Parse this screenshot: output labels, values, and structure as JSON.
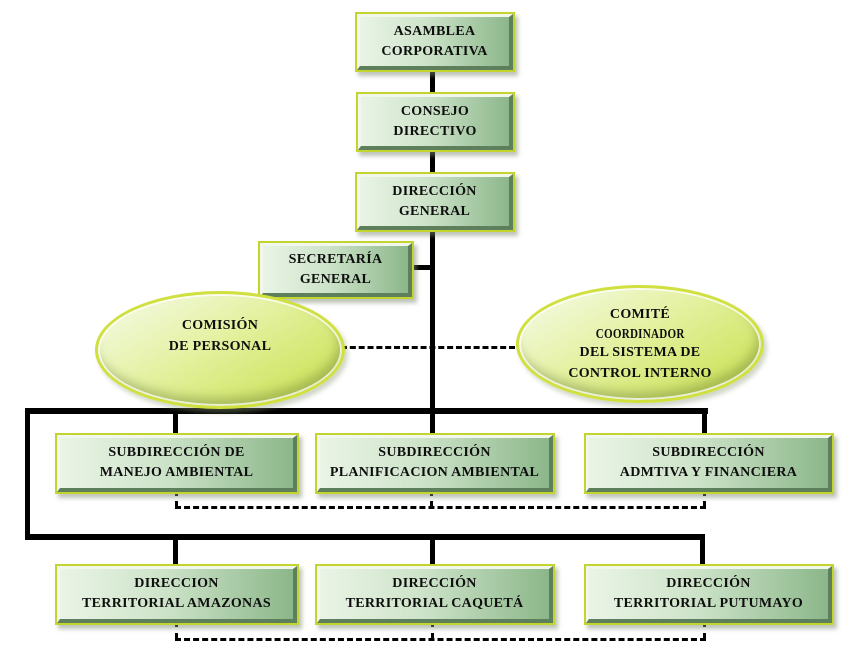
{
  "title": "Organigrama corporativo",
  "colors": {
    "box_border": "#c3d42e",
    "box_fill_light": "#eaf4e6",
    "box_fill_dark": "#8cb78a",
    "bevel_light": "#f1f7ed",
    "bevel_dark": "#5e7f5b",
    "ellipse_fill_light": "#f4fae4",
    "ellipse_fill_dark": "#cbe154",
    "connector": "#000000",
    "text": "#0e0e0e"
  },
  "nodes": {
    "asamblea_corporativa": "ASAMBLEA\nCORPORATIVA",
    "consejo_directivo": "CONSEJO\nDIRECTIVO",
    "direccion_general": "DIRECCIÓN\nGENERAL",
    "secretaria_general": "SECRETARÍA\nGENERAL",
    "comision_de_personal": "COMISIÓN\nDE PERSONAL",
    "comite_linea1": "COMITÉ",
    "comite_linea2": "COORDINADOR",
    "comite_linea3": "DEL SISTEMA DE\nCONTROL INTERNO",
    "subdireccion_manejo": "SUBDIRECCIÓN DE\nMANEJO AMBIENTAL",
    "subdireccion_planificacion": "SUBDIRECCIÓN\nPLANIFICACION AMBIENTAL",
    "subdireccion_admtiva": "SUBDIRECCIÓN\nADMTIVA Y FINANCIERA",
    "direccion_amazonas": "DIRECCION\nTERRITORIAL AMAZONAS",
    "direccion_caqueta": "DIRECCIÓN\nTERRITORIAL CAQUETÁ",
    "direccion_putumayo": "DIRECCIÓN\nTERRITORIAL PUTUMAYO"
  },
  "structure": {
    "solid_chain": [
      "ASAMBLEA CORPORATIVA",
      "CONSEJO DIRECTIVO",
      "DIRECCIÓN GENERAL"
    ],
    "branch_of_direccion_general": "SECRETARÍA GENERAL",
    "dashed_committees": [
      "COMISIÓN DE PERSONAL",
      "COMITÉ COORDINADOR DEL SISTEMA DE CONTROL INTERNO"
    ],
    "level_subdirecciones": [
      "SUBDIRECCIÓN DE MANEJO AMBIENTAL",
      "SUBDIRECCIÓN PLANIFICACION AMBIENTAL",
      "SUBDIRECCIÓN ADMTIVA Y FINANCIERA"
    ],
    "level_territoriales": [
      "DIRECCION TERRITORIAL AMAZONAS",
      "DIRECCIÓN TERRITORIAL CAQUETÁ",
      "DIRECCIÓN TERRITORIAL PUTUMAYO"
    ]
  }
}
